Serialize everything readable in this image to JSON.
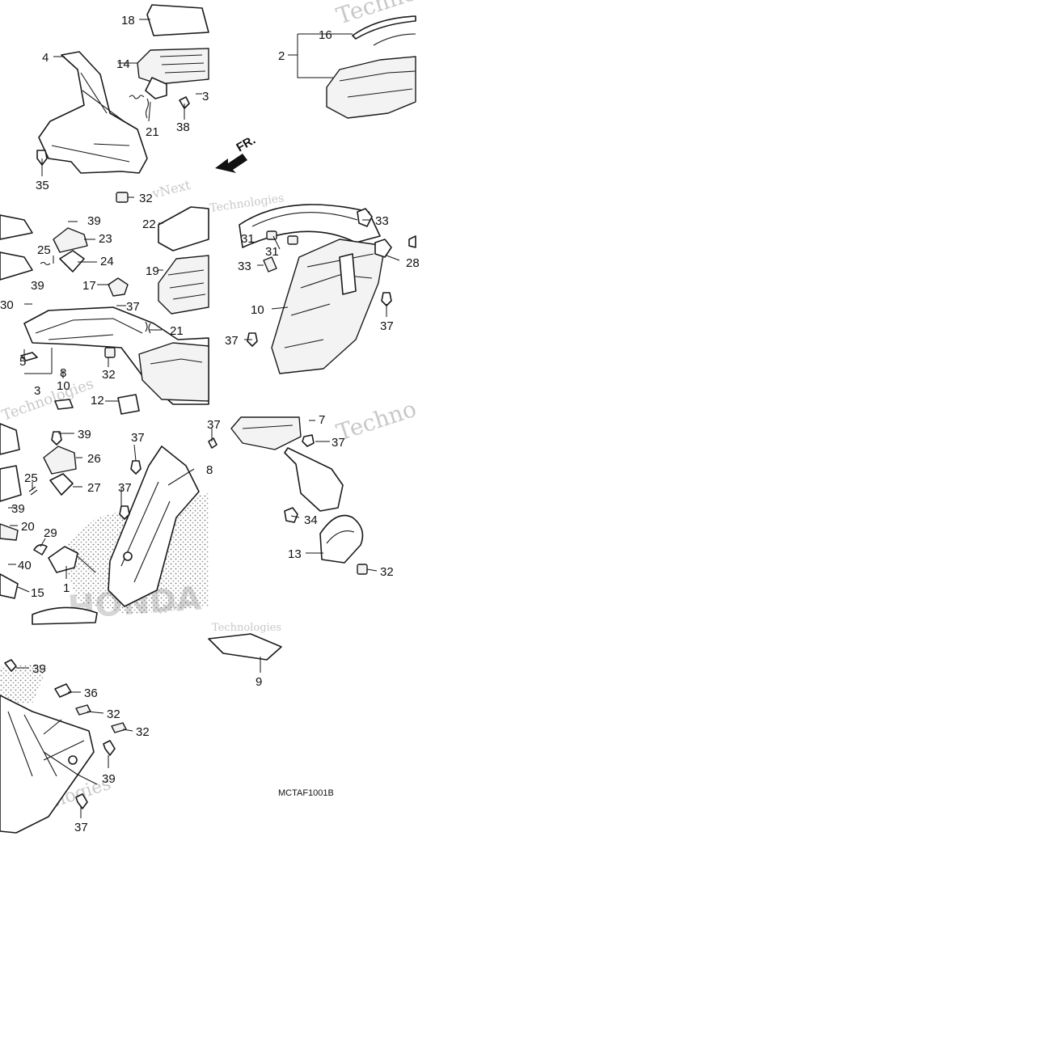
{
  "diagram": {
    "code": "MCTAF1001B",
    "direction_label": "FR.",
    "callouts": [
      {
        "id": "c18",
        "text": "18"
      },
      {
        "id": "c4",
        "text": "4"
      },
      {
        "id": "c14",
        "text": "14"
      },
      {
        "id": "c21a",
        "text": "21"
      },
      {
        "id": "c38",
        "text": "38"
      },
      {
        "id": "c3a",
        "text": "3"
      },
      {
        "id": "c35",
        "text": "35"
      },
      {
        "id": "c32a",
        "text": "32"
      },
      {
        "id": "c16",
        "text": "16"
      },
      {
        "id": "c2",
        "text": "2"
      },
      {
        "id": "c39a",
        "text": "39"
      },
      {
        "id": "c23",
        "text": "23"
      },
      {
        "id": "c22",
        "text": "22"
      },
      {
        "id": "c25a",
        "text": "25"
      },
      {
        "id": "c24",
        "text": "24"
      },
      {
        "id": "c19",
        "text": "19"
      },
      {
        "id": "c17",
        "text": "17"
      },
      {
        "id": "c39b",
        "text": "39"
      },
      {
        "id": "c30",
        "text": "30"
      },
      {
        "id": "c37a",
        "text": "37"
      },
      {
        "id": "c21b",
        "text": "21"
      },
      {
        "id": "c5",
        "text": "5"
      },
      {
        "id": "c32b",
        "text": "32"
      },
      {
        "id": "c8a",
        "text": "8"
      },
      {
        "id": "c3b",
        "text": "3"
      },
      {
        "id": "c10a",
        "text": "10"
      },
      {
        "id": "c12",
        "text": "12"
      },
      {
        "id": "c33a",
        "text": "33"
      },
      {
        "id": "c31a",
        "text": "31"
      },
      {
        "id": "c31b",
        "text": "31"
      },
      {
        "id": "c28",
        "text": "28"
      },
      {
        "id": "c33b",
        "text": "33"
      },
      {
        "id": "c10b",
        "text": "10"
      },
      {
        "id": "c37b",
        "text": "37"
      },
      {
        "id": "c37c",
        "text": "37"
      },
      {
        "id": "c39c",
        "text": "39"
      },
      {
        "id": "c26",
        "text": "26"
      },
      {
        "id": "c37d",
        "text": "37"
      },
      {
        "id": "c25b",
        "text": "25"
      },
      {
        "id": "c27",
        "text": "27"
      },
      {
        "id": "c37e",
        "text": "37"
      },
      {
        "id": "c39d",
        "text": "39"
      },
      {
        "id": "c20",
        "text": "20"
      },
      {
        "id": "c29",
        "text": "29"
      },
      {
        "id": "c40",
        "text": "40"
      },
      {
        "id": "c1",
        "text": "1"
      },
      {
        "id": "c15",
        "text": "15"
      },
      {
        "id": "c37f",
        "text": "37"
      },
      {
        "id": "c7",
        "text": "7"
      },
      {
        "id": "c37g",
        "text": "37"
      },
      {
        "id": "c8b",
        "text": "8"
      },
      {
        "id": "c34",
        "text": "34"
      },
      {
        "id": "c13",
        "text": "13"
      },
      {
        "id": "c32c",
        "text": "32"
      },
      {
        "id": "c9",
        "text": "9"
      },
      {
        "id": "c39e",
        "text": "39"
      },
      {
        "id": "c36",
        "text": "36"
      },
      {
        "id": "c32d",
        "text": "32"
      },
      {
        "id": "c32e",
        "text": "32"
      },
      {
        "id": "c39f",
        "text": "39"
      },
      {
        "id": "c37h",
        "text": "37"
      }
    ]
  },
  "watermark": {
    "vnext": "vNext",
    "technologies": "Technologies",
    "techno": "Techno",
    "brand": "HONDA"
  }
}
